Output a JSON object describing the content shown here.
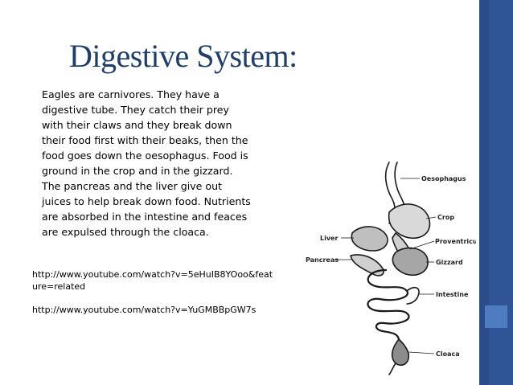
{
  "slide": {
    "title": "Digestive System:",
    "body": "Eagles are carnivores.  They have a digestive tube. They catch their prey with their claws and they break down their food first with their beaks, then the food goes down the oesophagus. Food is ground in the crop and in the gizzard. The pancreas and the liver give out juices to help break down food. Nutrients are absorbed in the intestine and feaces are expulsed through the cloaca.",
    "links": [
      "http://www.youtube.com/watch?v=5eHuIB8YOoo&feature=related",
      "http://www.youtube.com/watch?v=YuGMBBpGW7s"
    ]
  },
  "diagram": {
    "labels": {
      "oesophagus": "Oesophagus",
      "crop": "Crop",
      "proventriculus": "Proventriculus",
      "gizzard": "Gizzard",
      "liver": "Liver",
      "pancreas": "Pancreas",
      "intestine": "Intestine",
      "cloaca": "Cloaca"
    }
  },
  "colors": {
    "accent": "#2f5597",
    "title": "#1f3f6b"
  }
}
